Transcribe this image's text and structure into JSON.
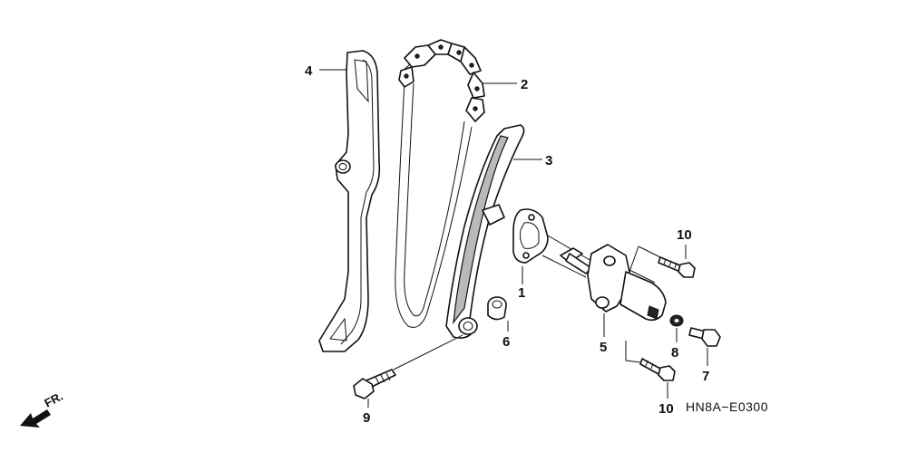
{
  "diagram": {
    "code": "HN8A−E0300",
    "front_marker": "FR.",
    "callouts": [
      {
        "id": "c1",
        "number": "1"
      },
      {
        "id": "c2",
        "number": "2"
      },
      {
        "id": "c3",
        "number": "3"
      },
      {
        "id": "c4",
        "number": "4"
      },
      {
        "id": "c5",
        "number": "5"
      },
      {
        "id": "c6",
        "number": "6"
      },
      {
        "id": "c7",
        "number": "7"
      },
      {
        "id": "c8",
        "number": "8"
      },
      {
        "id": "c9",
        "number": "9"
      },
      {
        "id": "c10a",
        "number": "10"
      },
      {
        "id": "c10b",
        "number": "10"
      }
    ]
  }
}
